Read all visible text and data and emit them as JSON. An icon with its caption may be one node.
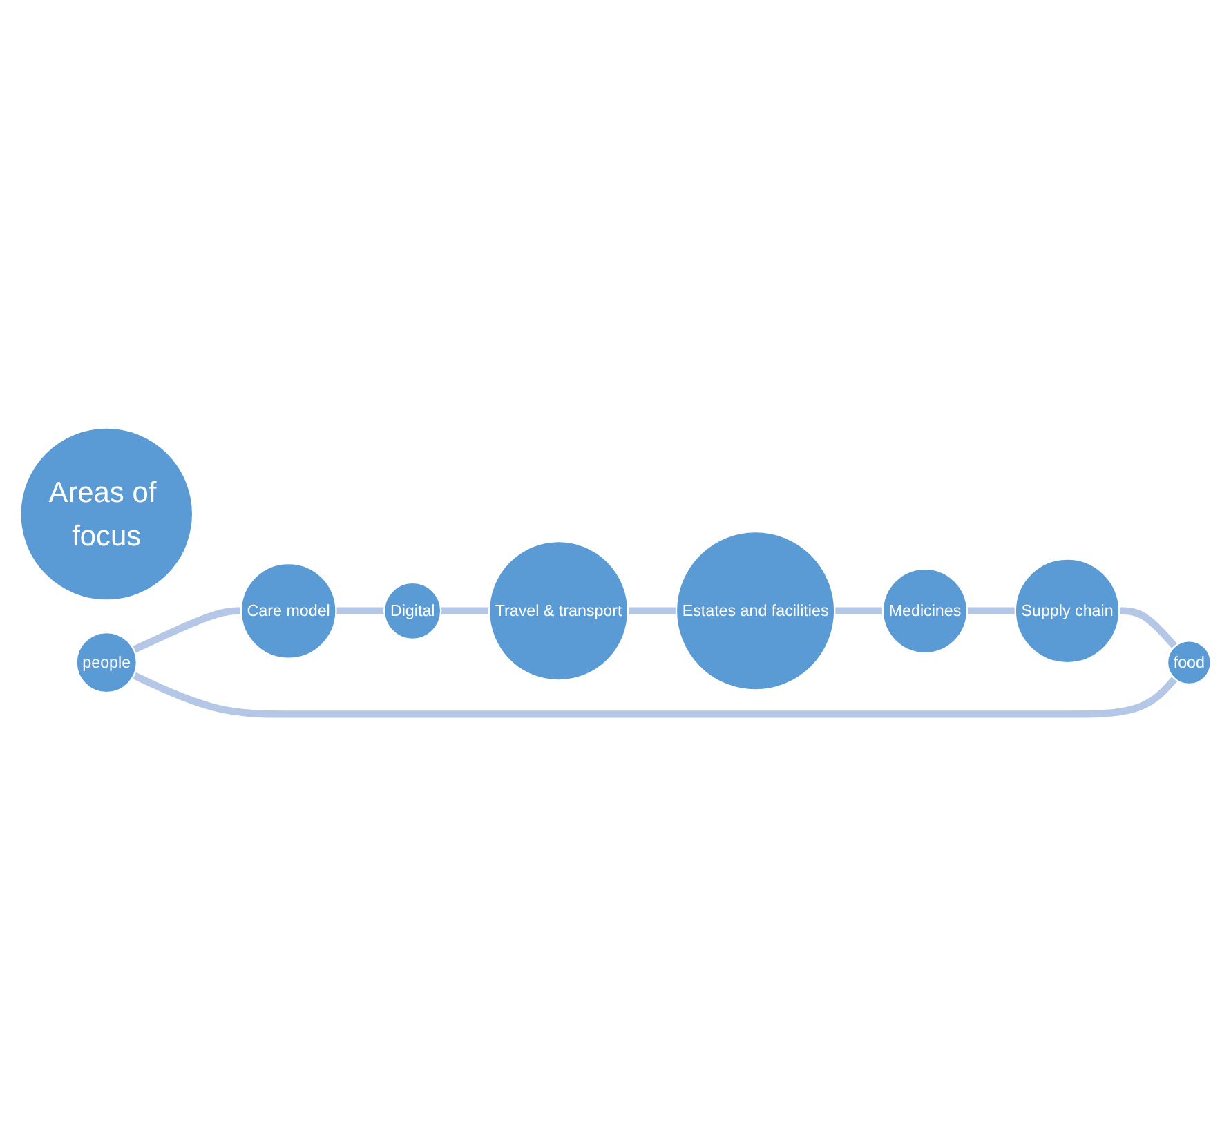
{
  "diagram": {
    "nodes": [
      {
        "text": [
          "Areas of focus"
        ]
      },
      {
        "text": [
          "people"
        ]
      },
      {
        "text": [
          "Care model"
        ]
      },
      {
        "text": [
          "Digital"
        ]
      },
      {
        "text": [
          "Travel & transport"
        ]
      },
      {
        "text": [
          "Estates and facilities"
        ]
      },
      {
        "text": [
          "Medicines"
        ]
      },
      {
        "text": [
          "Supply chain"
        ]
      },
      {
        "text": [
          "food"
        ]
      }
    ],
    "edges": [
      {
        "from": 1,
        "to": 2,
        "arrow": "none"
      },
      {
        "from": 2,
        "to": 3,
        "arrow": "none"
      },
      {
        "from": 3,
        "to": 4,
        "arrow": "none"
      },
      {
        "from": 4,
        "to": 5,
        "arrow": "none"
      },
      {
        "from": 5,
        "to": 6,
        "arrow": "none"
      },
      {
        "from": 6,
        "to": 7,
        "arrow": "none"
      },
      {
        "from": 7,
        "to": 8,
        "arrow": "none"
      },
      {
        "from": 8,
        "to": 1,
        "arrow": "none"
      }
    ]
  }
}
